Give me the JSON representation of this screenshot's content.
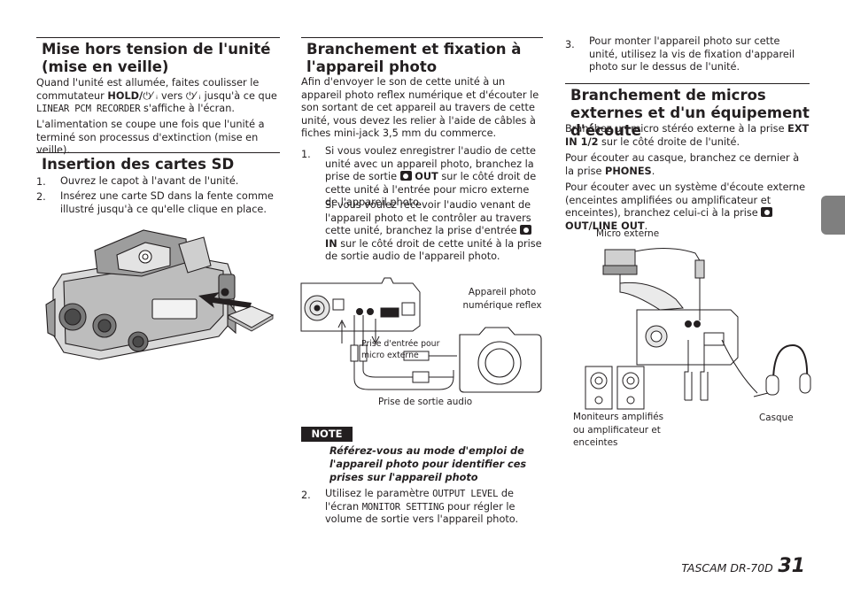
{
  "col1": {
    "h_mise": "Mise hors tension de l'unité (mise en veille)",
    "mise_p1_a": "Quand l'unité est allumée, faites coulisser le commutateur ",
    "mise_p1_hold": "HOLD/",
    "mise_p1_c": " vers ",
    "mise_p1_d": " jusqu'à ce que ",
    "mise_p1_lcd": "LINEAR PCM RECORDER",
    "mise_p1_e": " s'affiche à l'écran.",
    "mise_p2": "L'alimentation se coupe une fois que l'unité a terminé son processus d'extinction (mise en veille).",
    "h_insertion": "Insertion des cartes SD",
    "ins_1_num": "1.",
    "ins_1": "Ouvrez le capot à l'avant de l'unité.",
    "ins_2_num": "2.",
    "ins_2": "Insérez une carte SD dans la fente comme illustré jusqu'à ce qu'elle clique en place."
  },
  "col2": {
    "h_branch": "Branchement et fixation à l'appareil photo",
    "intro": "Afin d'envoyer le son de cette unité à un appareil photo reflex numérique et d'écouter le son sortant de cet appareil au travers de cette unité, vous devez les relier à l'aide de câbles à fiches mini-jack 3,5 mm du commerce.",
    "s1_num": "1.",
    "s1a_1": "Si vous voulez enregistrer l'audio de cette unité avec un appareil photo, branchez la prise de sortie ",
    "s1a_out": "OUT",
    "s1a_2": " sur le côté droit de cette unité à l'entrée pour micro externe de l'appareil photo.",
    "s1b_1": "Si vous voulez recevoir l'audio venant de l'appareil photo et le contrôler au travers cette unité, branchez la prise d'entrée ",
    "s1b_in": "IN",
    "s1b_2": " sur le côté droit de cette unité à la prise de sortie audio de l'appareil photo.",
    "cap_camera": "Appareil photo numérique reflex",
    "cap_mic_in": "Prise d'entrée pour micro externe",
    "cap_audio_out": "Prise de sortie audio",
    "note_label": "NOTE",
    "note_text": "Référez-vous au mode d'emploi de l'appareil photo pour identifier ces prises sur l'appareil photo",
    "s2_num": "2.",
    "s2_a": "Utilisez le paramètre ",
    "s2_lcd1": "OUTPUT LEVEL",
    "s2_b": " de l'écran ",
    "s2_lcd2": "MONITOR SETTING",
    "s2_c": " pour régler le volume de sortie vers l'appareil photo."
  },
  "col3": {
    "s3_num": "3.",
    "s3": "Pour monter l'appareil photo sur cette unité, utilisez la vis de fixation d'appareil photo sur le dessus de l'unité.",
    "h_micros": "Branchement de micros externes et d'un équipement d'écoute",
    "p1_a": "Branchez un micro stéréo externe à la prise ",
    "p1_ext": "EXT IN 1/2",
    "p1_b": " sur le côté droite de l'unité.",
    "p2_a": "Pour écouter au casque, branchez ce dernier à la prise ",
    "p2_ph": "PHONES",
    "p2_b": ".",
    "p3_a": "Pour écouter avec un système d'écoute externe (enceintes amplifiées ou amplificateur et enceintes), branchez celui-ci à la prise ",
    "p3_out": "OUT/LINE OUT",
    "p3_b": ".",
    "cap_micro": "Micro externe",
    "cap_moniteurs": "Moniteurs amplifiés ou amplificateur et enceintes",
    "cap_casque": "Casque"
  },
  "footer": {
    "model": "TASCAM DR-70D",
    "page": "31"
  },
  "colors": {
    "text": "#231f20",
    "tab": "#7f7f7f"
  }
}
